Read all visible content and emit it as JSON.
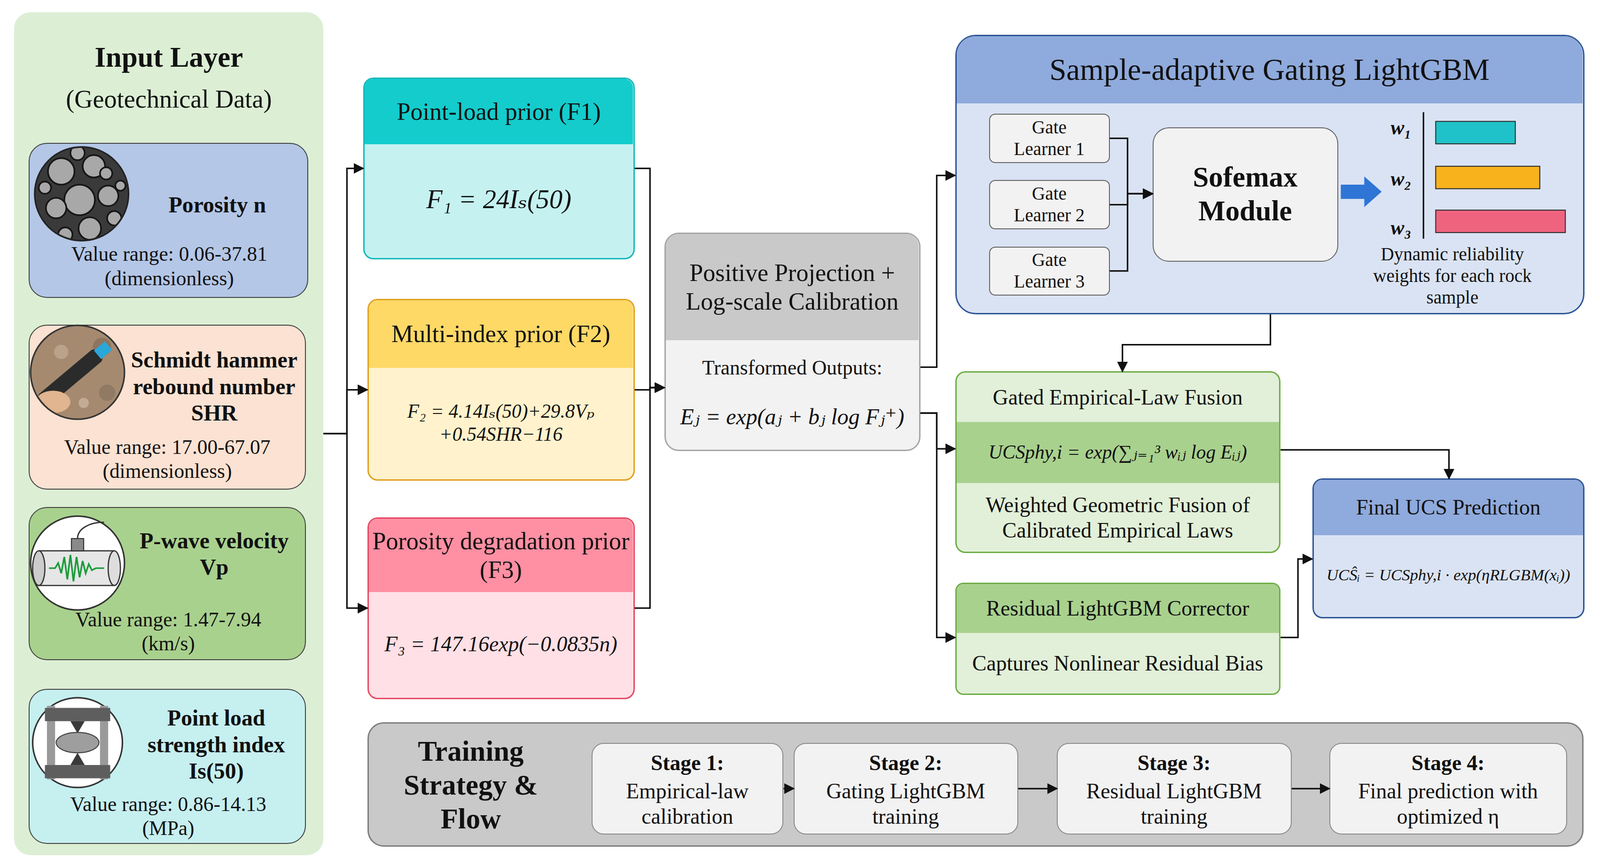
{
  "diagram": {
    "nodes": [
      {
        "text": [
          "Input Layer",
          "(Geotechnical Data)"
        ]
      },
      {
        "text": [
          "Porosity n",
          "Value range: 0.06-37.81 (dimensionless)"
        ],
        "in": 0
      },
      {
        "text": [
          "Schmidt hammer rebound number SHR",
          "Value range: 17.00-67.07 (dimensionless)"
        ],
        "in": 0
      },
      {
        "text": [
          "P-wave velocity Vp",
          "Value range: 1.47-7.94 (km/s)"
        ],
        "in": 0
      },
      {
        "text": [
          "Point load strength index Is(50)",
          "Value range: 0.86-14.13 (MPa)"
        ],
        "in": 0
      },
      {
        "text": [
          "Point-load prior (F1)",
          "F₁ = 24Iₛ(50)"
        ]
      },
      {
        "text": [
          "Multi-index prior (F2)",
          "F₂ = 4.14Iₛ(50)+29.8Vₚ +0.54SHR−116"
        ]
      },
      {
        "text": [
          "Porosity degradation prior (F3)",
          "F₃ = 147.16exp(−0.0835n)"
        ]
      },
      {
        "text": [
          "Positive Projection + Log-scale Calibration",
          "Transformed Outputs:",
          "Eⱼ = exp(aⱼ + bⱼ log Fⱼ⁺)"
        ]
      },
      {
        "text": [
          "Sample-adaptive Gating LightGBM",
          "Dynamic reliability weights for each rock sample"
        ]
      },
      {
        "text": [
          "Gate Learner 1"
        ],
        "in": 9
      },
      {
        "text": [
          "Gate Learner 2"
        ],
        "in": 9
      },
      {
        "text": [
          "Gate Learner 3"
        ],
        "in": 9
      },
      {
        "text": [
          "Sofemax Module"
        ],
        "in": 9
      },
      {
        "text": [
          "Gated Empirical-Law Fusion",
          "UCSphy,i = exp(∑ⱼ₌₁³ wᵢⱼ log Eᵢⱼ)",
          "Weighted Geometric Fusion of Calibrated Empirical Laws"
        ]
      },
      {
        "text": [
          "Residual LightGBM Corrector",
          "Captures Nonlinear Residual Bias"
        ]
      },
      {
        "text": [
          "Final UCS Prediction",
          "UCŜᵢ = UCSphy,i · exp(ηRLGBM(xᵢ))"
        ]
      },
      {
        "text": [
          "Training Strategy & Flow"
        ]
      },
      {
        "text": [
          "Stage 1:",
          "Empirical-law calibration"
        ],
        "in": 17
      },
      {
        "text": [
          "Stage 2:",
          "Gating LightGBM training"
        ],
        "in": 17
      },
      {
        "text": [
          "Stage 3:",
          "Residual LightGBM training"
        ],
        "in": 17
      },
      {
        "text": [
          "Stage 4:",
          "Final prediction with optimized η"
        ],
        "in": 17
      }
    ],
    "edges": [
      {
        "from": 0,
        "to": 5,
        "arrow": "to"
      },
      {
        "from": 0,
        "to": 6,
        "arrow": "to"
      },
      {
        "from": 0,
        "to": 7,
        "arrow": "to"
      },
      {
        "from": 5,
        "to": 8,
        "arrow": "to"
      },
      {
        "from": 6,
        "to": 8,
        "arrow": "to"
      },
      {
        "from": 7,
        "to": 8,
        "arrow": "to"
      },
      {
        "from": 8,
        "to": 9,
        "arrow": "to"
      },
      {
        "from": 8,
        "to": 14,
        "arrow": "to"
      },
      {
        "from": 8,
        "to": 15,
        "arrow": "to"
      },
      {
        "from": 10,
        "to": 13,
        "arrow": "to"
      },
      {
        "from": 11,
        "to": 13,
        "arrow": "to"
      },
      {
        "from": 12,
        "to": 13,
        "arrow": "to"
      },
      {
        "from": 9,
        "to": 14,
        "arrow": "to"
      },
      {
        "from": 14,
        "to": 16,
        "arrow": "to"
      },
      {
        "from": 15,
        "to": 16,
        "arrow": "to"
      },
      {
        "from": 18,
        "to": 19,
        "arrow": "to"
      },
      {
        "from": 19,
        "to": 20,
        "arrow": "to"
      },
      {
        "from": 20,
        "to": 21,
        "arrow": "to"
      }
    ],
    "labels": [
      "w₁",
      "w₂",
      "w₃"
    ]
  }
}
